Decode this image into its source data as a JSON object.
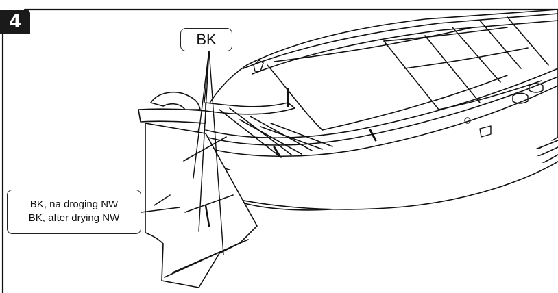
{
  "step": {
    "number": "4"
  },
  "callouts": {
    "top_label": "BK",
    "side_label_line1": "BK, na droging NW",
    "side_label_line2": "BK, after drying NW"
  }
}
